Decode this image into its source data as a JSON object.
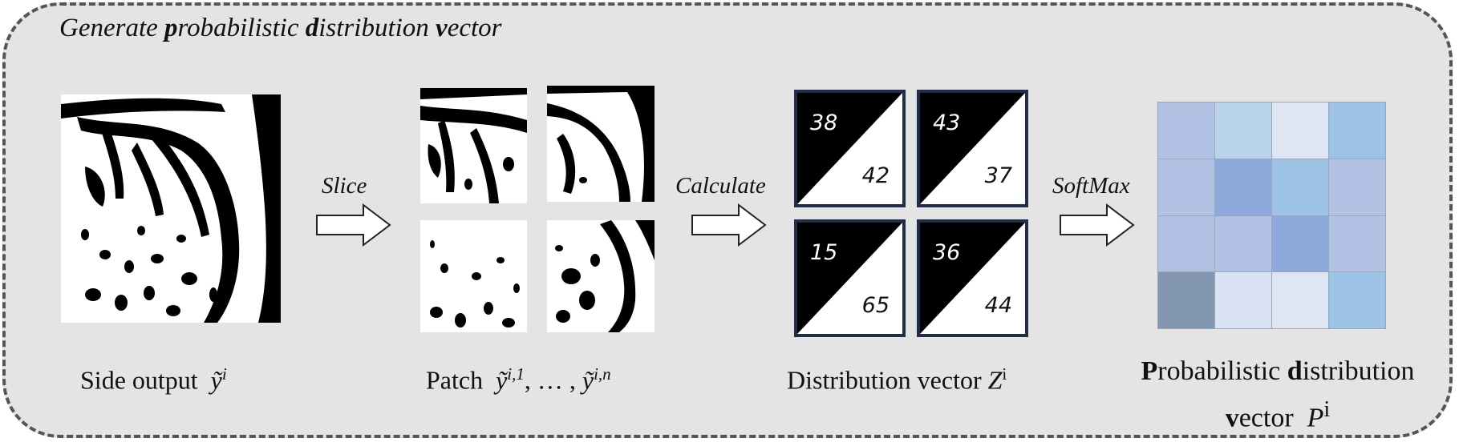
{
  "title": {
    "pre": "Generate ",
    "p": "p",
    "mid1": "robabilistic ",
    "d": "d",
    "mid2": "istribution ",
    "v": "v",
    "end": "ector"
  },
  "steps": {
    "slice": "Slice",
    "calculate": "Calculate",
    "softmax": "SoftMax"
  },
  "captions": {
    "side_output": {
      "text": "Side output",
      "symbol": "ỹ",
      "sup": "i"
    },
    "patch": {
      "text": "Patch",
      "sym1": "ỹ",
      "sup1": "i,1",
      "sep": ", … , ",
      "sym2": "ỹ",
      "sup2": "i,n"
    },
    "distribution": {
      "text": "Distribution vector ",
      "symbol": "Z",
      "sup": "i"
    },
    "probabilistic": {
      "p": "P",
      "line1_rest": "robabilistic ",
      "d": "d",
      "line1_end": "istribution",
      "v": "v",
      "line2_rest": "ector",
      "symbol": "P",
      "sup": "i"
    }
  },
  "distribution_tiles": [
    {
      "black": "38",
      "white": "42"
    },
    {
      "black": "43",
      "white": "37"
    },
    {
      "black": "15",
      "white": "65"
    },
    {
      "black": "36",
      "white": "44"
    }
  ],
  "probability_grid_colors": [
    [
      "#b1c2e4",
      "#bbd4ed",
      "#dfe6f3",
      "#9dc3e7"
    ],
    [
      "#b1c2e4",
      "#8ea9dc",
      "#9dc3e7",
      "#b1c2e4"
    ],
    [
      "#b1c2e4",
      "#b1c2e4",
      "#8ea9dc",
      "#b1c2e4"
    ],
    [
      "#8497b0",
      "#dae3f3",
      "#dfe6f3",
      "#9dc3e7"
    ]
  ]
}
